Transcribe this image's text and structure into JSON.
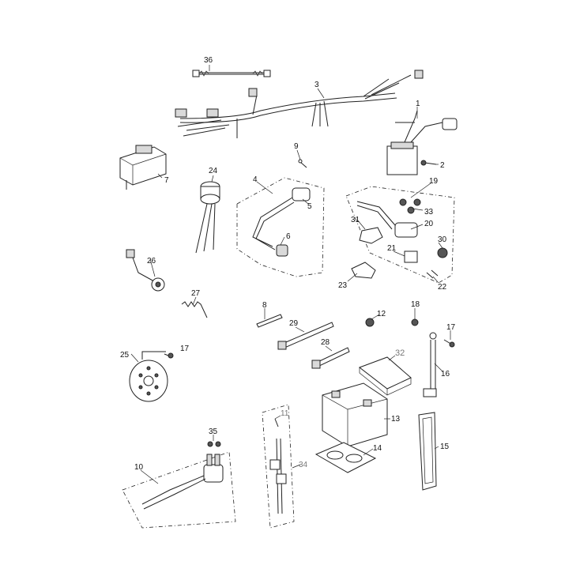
{
  "diagram": {
    "callouts": [
      "36",
      "3",
      "1",
      "2",
      "7",
      "9",
      "24",
      "4",
      "5",
      "19",
      "33",
      "31",
      "20",
      "6",
      "30",
      "21",
      "26",
      "23",
      "22",
      "27",
      "8",
      "12",
      "18",
      "17",
      "29",
      "28",
      "32",
      "16",
      "25",
      "13",
      "11",
      "35",
      "14",
      "34",
      "10",
      "15"
    ]
  }
}
